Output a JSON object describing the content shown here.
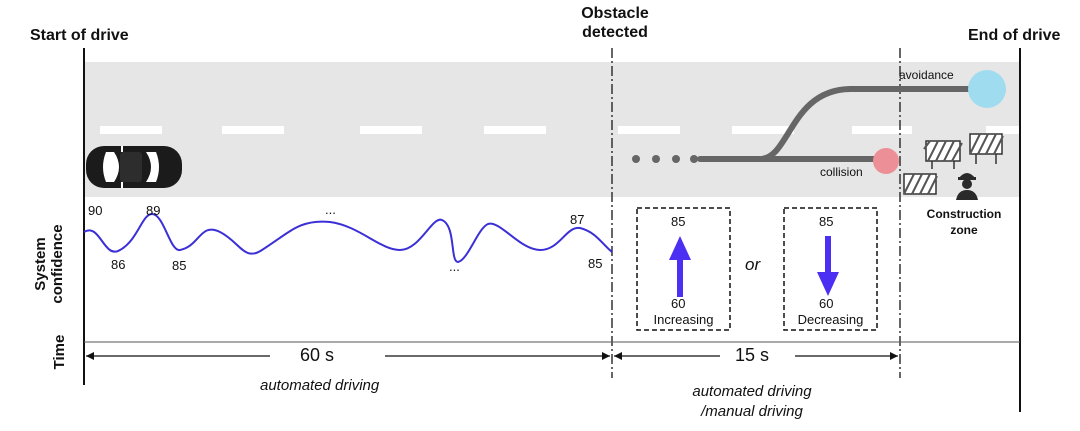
{
  "markers": {
    "start": "Start of drive",
    "obstacle_line1": "Obstacle",
    "obstacle_line2": "detected",
    "end": "End of drive"
  },
  "road": {
    "avoidance_label": "avoidance",
    "collision_label": "collision",
    "construction_line1": "Construction",
    "construction_line2": "zone"
  },
  "rows": {
    "confidence_line1": "System",
    "confidence_line2": "confidence",
    "time": "Time"
  },
  "confidence_values": {
    "v90": "90",
    "v89": "89",
    "v86": "86",
    "v85a": "85",
    "ellipsis_top": "...",
    "ellipsis_bottom": "...",
    "v87": "87",
    "v85b": "85"
  },
  "boxes": {
    "increasing": {
      "top": "85",
      "bottom": "60",
      "label": "Increasing"
    },
    "or_word": "or",
    "decreasing": {
      "top": "85",
      "bottom": "60",
      "label": "Decreasing"
    }
  },
  "time_segments": {
    "first_duration": "60 s",
    "first_mode": "automated driving",
    "second_duration": "15 s",
    "second_mode_line1": "automated driving",
    "second_mode_line2": "/manual driving"
  },
  "colors": {
    "road": "#e6e6e6",
    "wave": "#3b2fd6",
    "arrow": "#4b2ff2",
    "avoidance_target": "#9fdcf0",
    "collision_target": "#ec8f96",
    "path": "#666666"
  }
}
